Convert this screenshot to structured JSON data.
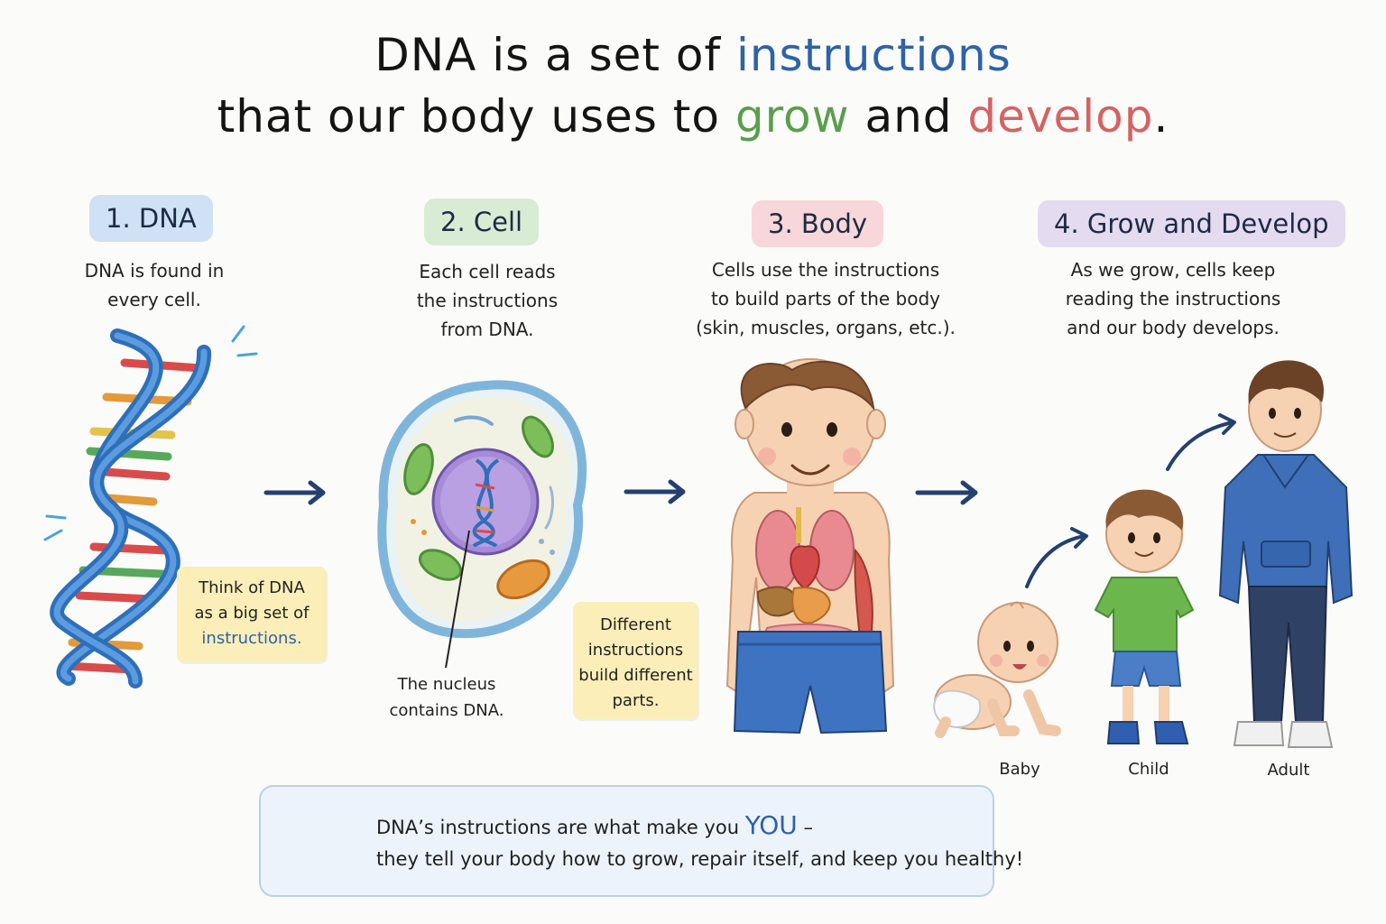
{
  "title": {
    "line1_a": "DNA is a set of ",
    "line1_b": "instructions",
    "line2_a": "that our body uses to ",
    "line2_b": "grow",
    "line2_c": " and ",
    "line2_d": "develop",
    "line2_e": "."
  },
  "steps": [
    {
      "badge": "1. DNA",
      "desc": [
        "DNA is found in",
        "every cell."
      ]
    },
    {
      "badge": "2. Cell",
      "desc": [
        "Each cell reads",
        "the instructions",
        "from DNA."
      ]
    },
    {
      "badge": "3. Body",
      "desc": [
        "Cells use the instructions",
        "to build parts of the body",
        "(skin, muscles, organs, etc.)."
      ]
    },
    {
      "badge": "4. Grow and Develop",
      "desc": [
        "As we grow, cells keep",
        "reading the instructions",
        "and our body develops."
      ]
    }
  ],
  "notes": {
    "dna_note": [
      "Think of DNA",
      "as a big set of"
    ],
    "dna_note_highlight": "instructions.",
    "body_note": [
      "Different",
      "instructions",
      "build different",
      "parts."
    ],
    "nucleus_label": [
      "The nucleus",
      "contains DNA."
    ]
  },
  "stages": {
    "baby": "Baby",
    "child": "Child",
    "adult": "Adult"
  },
  "bottom": {
    "line1_a": "DNA’s instructions are what make you ",
    "line1_you": "YOU",
    "line1_b": " –",
    "line2": "they tell your body how to grow, repair itself, and keep you healthy!"
  },
  "colors": {
    "blue": "#2e63a6",
    "green": "#5a9e4c",
    "red": "#d46363",
    "arrow": "#24406e"
  }
}
